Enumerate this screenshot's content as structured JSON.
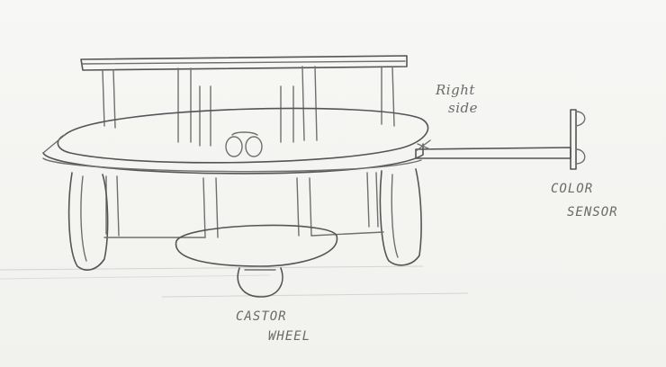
{
  "labels": {
    "right_side": [
      "Right",
      "side"
    ],
    "color_sensor": [
      "COLOR",
      "SENSOR"
    ],
    "castor_wheel": [
      "CASTOR",
      "WHEEL"
    ]
  },
  "colors": {
    "paper": "#f4f4f2",
    "pencil": "#6f6f6f"
  }
}
